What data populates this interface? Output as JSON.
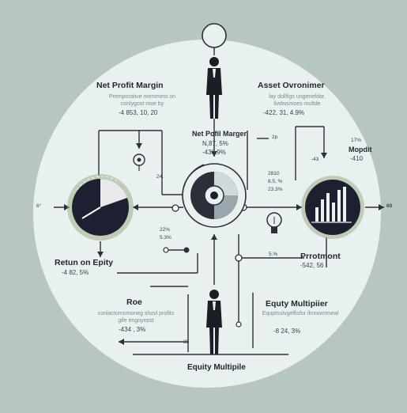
{
  "title_bottom": "Equity Multipile",
  "nodes": {
    "net_profit_margin_top": {
      "label": "Net Profit Margin",
      "sub": "Premporative memmest on conlygost moe by",
      "value": "-4 853, 10, 20"
    },
    "asset_turnover": {
      "label": "Asset Ovronimer",
      "sub": "lay dollfigs ungenefdar, livdwsmoes multde",
      "value": "-422, 31, 4.9%"
    },
    "net_profit_margin_center": {
      "label": "Net Pofil Marger",
      "value_a": "N,87, 5%",
      "value_b": "-433.9%"
    },
    "return_on_equity": {
      "label": "Retun on Epity",
      "value": "-4 82, 5%"
    },
    "productivity": {
      "label": "Prrotmont",
      "value": "-542, 56"
    },
    "mopdit": {
      "label": "Mopdit",
      "value": "-410"
    },
    "roe": {
      "label": "Roe",
      "sub": "conlactomomoneg shovl profits gife engoyepst",
      "value": "-434 , 3%"
    },
    "equity_multiplier": {
      "label": "Equty Multipiier",
      "sub": "Equptsulvgelfisfor ihnowmmeal",
      "value": "-8 24, 3%"
    }
  },
  "numbers": {
    "n_2p": "2p",
    "n_24": "24.",
    "n_2810": "2810",
    "n_85": "8.5, %",
    "n_233": "23.3%",
    "n_22": "22%",
    "n_53": "5.3%",
    "n_51": "5.%",
    "n_17": "17%",
    "n_43": "-43",
    "n_25": "25",
    "n_left": "6°",
    "n_right": "60"
  },
  "colors": {
    "background": "#b8c6c1",
    "circle": "#e9f1f0",
    "ink": "#1f2430",
    "accent_green": "#9fae86"
  }
}
